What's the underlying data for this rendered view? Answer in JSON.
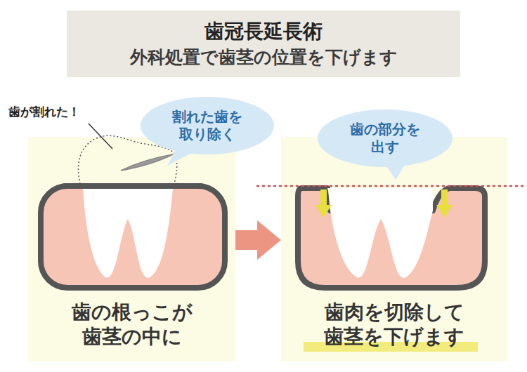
{
  "diagram": {
    "title": "歯冠長延長術",
    "nodes": [
      {
        "text": [
          "歯冠長延長術",
          "外科処置で歯茎の位置を下げます"
        ]
      },
      {
        "text": [
          "歯の根っこが 歯茎の中に"
        ]
      },
      {
        "text": [
          "割れた歯を 取り除く"
        ]
      },
      {
        "text": [
          "歯肉を切除して 歯茎を下げます"
        ]
      },
      {
        "text": [
          "歯の部分を 出す"
        ]
      }
    ],
    "edges": [
      {
        "from": 1,
        "to": 3,
        "arrow": "to"
      }
    ],
    "labels": [
      "歯が割れた！"
    ]
  }
}
